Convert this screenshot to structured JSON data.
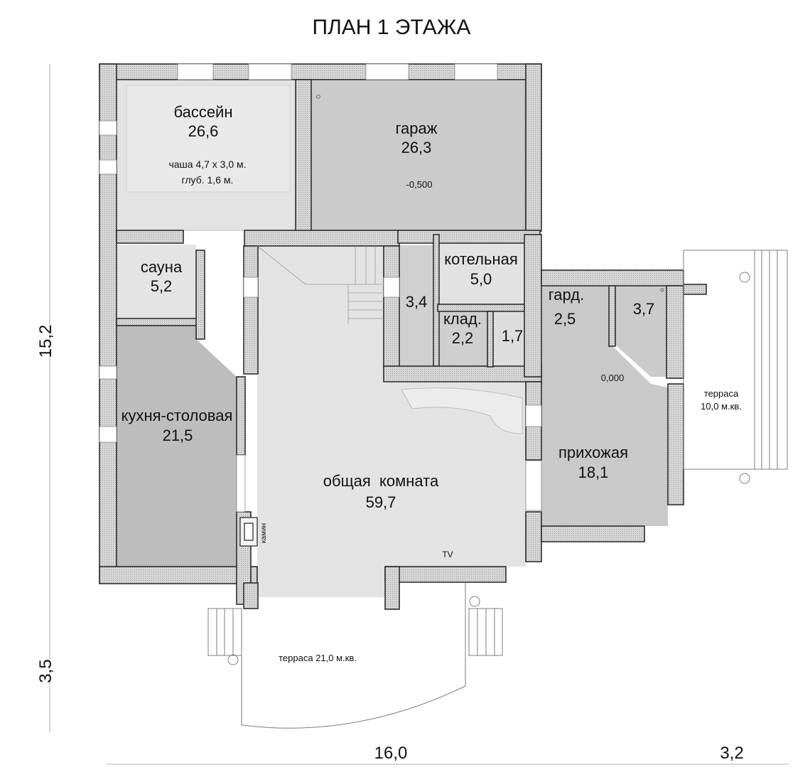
{
  "title": "ПЛАН 1 ЭТАЖА",
  "colors": {
    "wall": "#dcdcdc",
    "wall_outline": "#222222",
    "pool": "#e2e2e2",
    "garage": "#cdcdcd",
    "living": "#e4e4e4",
    "kitchen": "#bebebe",
    "hall": "#c9c9c9",
    "small_room": "#dedede",
    "dimension_line": "#9a9a9a"
  },
  "rooms": {
    "pool": {
      "name": "бассейн",
      "area": "26,6",
      "note1": "чаша 4,7 х 3,0 м.",
      "note2": "глуб. 1,6 м."
    },
    "garage": {
      "name": "гараж",
      "area": "26,3",
      "level": "-0,500"
    },
    "sauna": {
      "name": "сауна",
      "area": "5,2"
    },
    "boiler": {
      "name": "котельная",
      "area": "5,0"
    },
    "corridor": {
      "area": "3,4"
    },
    "storage": {
      "name": "клад.",
      "area": "2,2"
    },
    "wc": {
      "area": "1,7"
    },
    "wardrobe": {
      "name": "гард.",
      "area": "2,5"
    },
    "closet": {
      "area": "3,7"
    },
    "kitchen": {
      "name": "кухня-столовая",
      "area": "21,5"
    },
    "living": {
      "name": "общая  комната",
      "area": "59,7",
      "tv": "TV",
      "fireplace": "камин"
    },
    "hall": {
      "name": "прихожая",
      "area": "18,1",
      "level": "0,000"
    }
  },
  "terraces": {
    "south": {
      "label": "терраса 21,0 м.кв."
    },
    "east": {
      "line1": "терраса",
      "line2": "10,0 м.кв."
    }
  },
  "dimensions": {
    "height_main": "15,2",
    "height_terrace": "3,5",
    "width_main": "16,0",
    "width_terrace": "3,2"
  }
}
